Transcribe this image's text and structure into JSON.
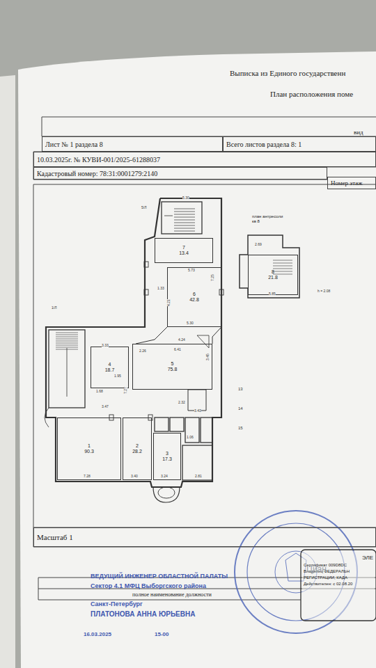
{
  "diagram": {
    "nodes": [
      {
        "text": [
          "Лист № 1 раздела 8"
        ]
      },
      {
        "text": [
          "Всего листов раздела 8: 1"
        ]
      },
      {
        "text": [
          "10.03.2025г. № КУВИ-001/2025-61288037"
        ]
      },
      {
        "text": [
          "Кадастровый номер: 78:31:0001279:2140"
        ]
      },
      {
        "text": [
          "Номер этаж"
        ]
      },
      {
        "text": [
          "7",
          "13.4"
        ]
      },
      {
        "text": [
          "6",
          "42.8"
        ]
      },
      {
        "text": [
          "4",
          "18.7"
        ]
      },
      {
        "text": [
          "5",
          "75.8"
        ]
      },
      {
        "text": [
          "1",
          "90.3"
        ]
      },
      {
        "text": [
          "2",
          "28.2"
        ]
      },
      {
        "text": [
          "3",
          "17.3"
        ]
      },
      {
        "text": [
          "план антресоли кв 8"
        ]
      },
      {
        "text": [
          "8",
          "21.8"
        ],
        "in": 12
      },
      {
        "text": [
          "Масштаб 1"
        ]
      },
      {
        "text": [
          "полное наименование должности"
        ]
      },
      {
        "text": [
          "ЭЛЕ",
          "Сертификат 009D8DC",
          "Владелец ФЕДЕРАЛЬН",
          "РЕГИСТРАЦИИ, КАДА",
          "Действителен: с 02.08.20"
        ]
      }
    ],
    "labels": [
      "Выписка из Единого государственн",
      "План расположения поме",
      "вид",
      "5/Л",
      "1/Л",
      "5.30",
      "5.73",
      "4.21",
      "7.25",
      "1.33",
      "5.30",
      "4.24",
      "2.26",
      "3.33",
      "1.95",
      "1.68",
      "6.41",
      "7.27",
      "3.47",
      "3.45",
      "2.32",
      "1.06",
      "3.43",
      "7.28",
      "3.40",
      "3.24",
      "2.81",
      "2.69",
      "5.85",
      "h = 2.08",
      "13",
      "14",
      "15",
      "ВЕДУЩИЙ ИНЖЕНЕР ОБЛАСТНОЙ ПАЛАТЫ",
      "Сектор 4.1 МФЦ Выборгского района",
      "Санкт-Петербург",
      "ПЛАТОНОВА АННА ЮРЬЕВНА",
      "16.03.2025",
      "15-00",
      "Циан"
    ]
  }
}
